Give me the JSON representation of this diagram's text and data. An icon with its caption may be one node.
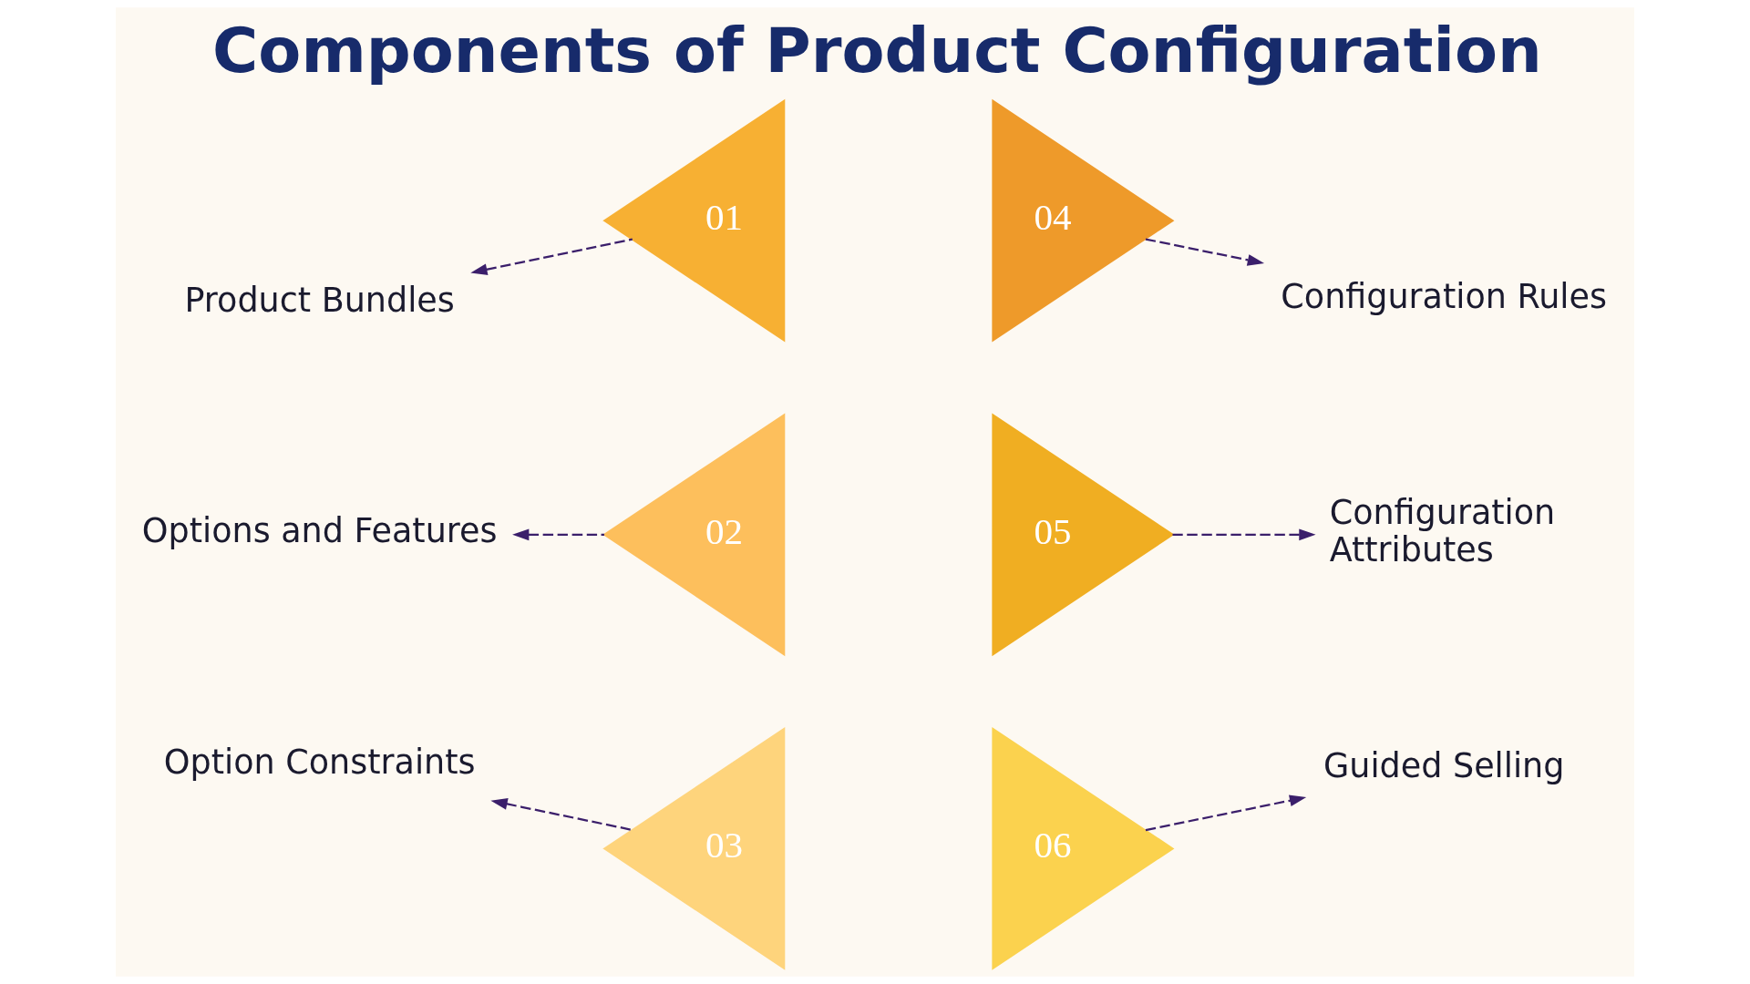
{
  "diagram": {
    "title": "Components of Product Configuration",
    "nodes": [
      {
        "text": [
          "Product Bundles"
        ]
      },
      {
        "text": [
          "01"
        ]
      },
      {
        "text": [
          "04"
        ]
      },
      {
        "text": [
          "Configuration Rules"
        ]
      },
      {
        "text": [
          "Options and Features"
        ]
      },
      {
        "text": [
          "02"
        ]
      },
      {
        "text": [
          "05"
        ]
      },
      {
        "text": [
          "Configuration Attributes"
        ]
      },
      {
        "text": [
          "Option Constraints"
        ]
      },
      {
        "text": [
          "03"
        ]
      },
      {
        "text": [
          "06"
        ]
      },
      {
        "text": [
          "Guided Selling"
        ]
      }
    ],
    "edges": [
      {
        "from": 1,
        "to": 0,
        "arrow": "to",
        "style": "dashed"
      },
      {
        "from": 2,
        "to": 3,
        "arrow": "to",
        "style": "dashed"
      },
      {
        "from": 5,
        "to": 4,
        "arrow": "to",
        "style": "dashed"
      },
      {
        "from": 6,
        "to": 7,
        "arrow": "to",
        "style": "dashed"
      },
      {
        "from": 9,
        "to": 8,
        "arrow": "to",
        "style": "dashed"
      },
      {
        "from": 10,
        "to": 11,
        "arrow": "to",
        "style": "dashed"
      }
    ]
  }
}
